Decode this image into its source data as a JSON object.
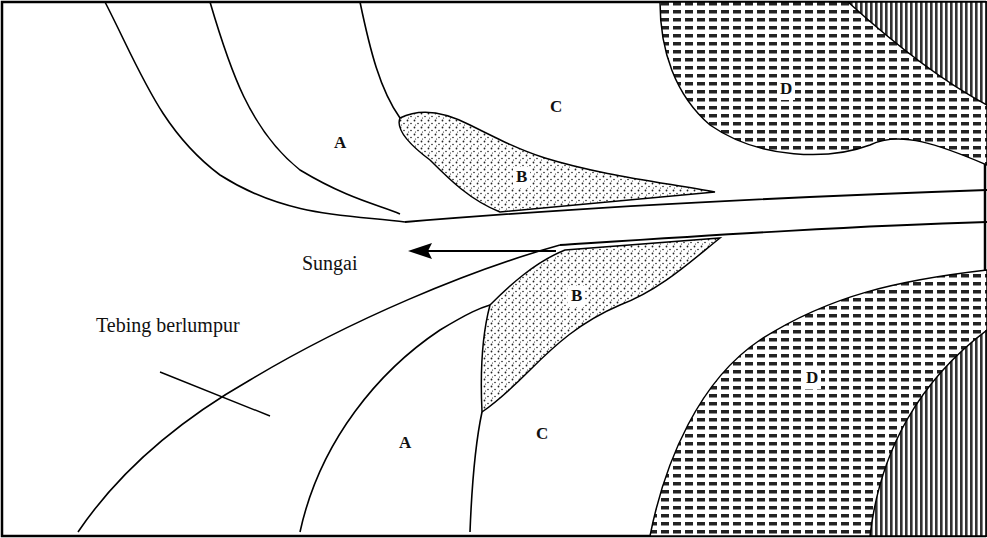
{
  "diagram": {
    "labels": [
      "A",
      "C",
      "D",
      "B",
      "Sungai",
      "B",
      "Tebing berlumpur",
      "D",
      "A",
      "C"
    ]
  }
}
